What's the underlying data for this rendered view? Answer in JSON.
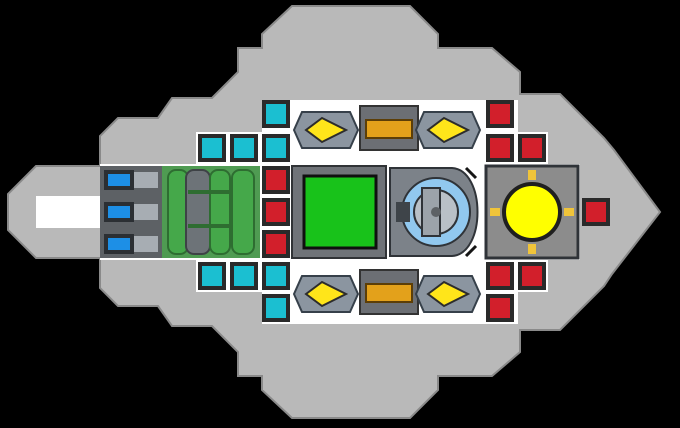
{
  "scene": {
    "kind": "ship-layout",
    "colors": {
      "background": "#000000",
      "hull": "#b9b9b9",
      "hull_outline": "#8a8a8a",
      "deck": "#ffffff",
      "thruster_blue": "#1d8fe6",
      "steel": "#6f7378",
      "steel_light": "#a7adb3",
      "pipe_green": "#45a84a",
      "pipe_green_dark": "#2e6d31",
      "cyan_node": "#1bbfd1",
      "red_node": "#d21f2b",
      "node_dark": "#2a2a2a",
      "shield_room": "#18c21a",
      "reactor_core": "#ffff00",
      "reactor_frame": "#8c8c8c",
      "gold": "#f0c43a",
      "orange": "#e3a11b",
      "yellow_missile": "#ffe51a"
    },
    "modules": {
      "engine": {
        "label": "engine",
        "icon": "thruster-icon"
      },
      "pipes": {
        "label": "pipes",
        "icon": "pipe-icon"
      },
      "shield": {
        "label": "shield",
        "icon": "shield-room-icon"
      },
      "turret": {
        "label": "turret",
        "icon": "turret-icon"
      },
      "reactor": {
        "label": "reactor",
        "icon": "reactor-icon"
      }
    }
  }
}
